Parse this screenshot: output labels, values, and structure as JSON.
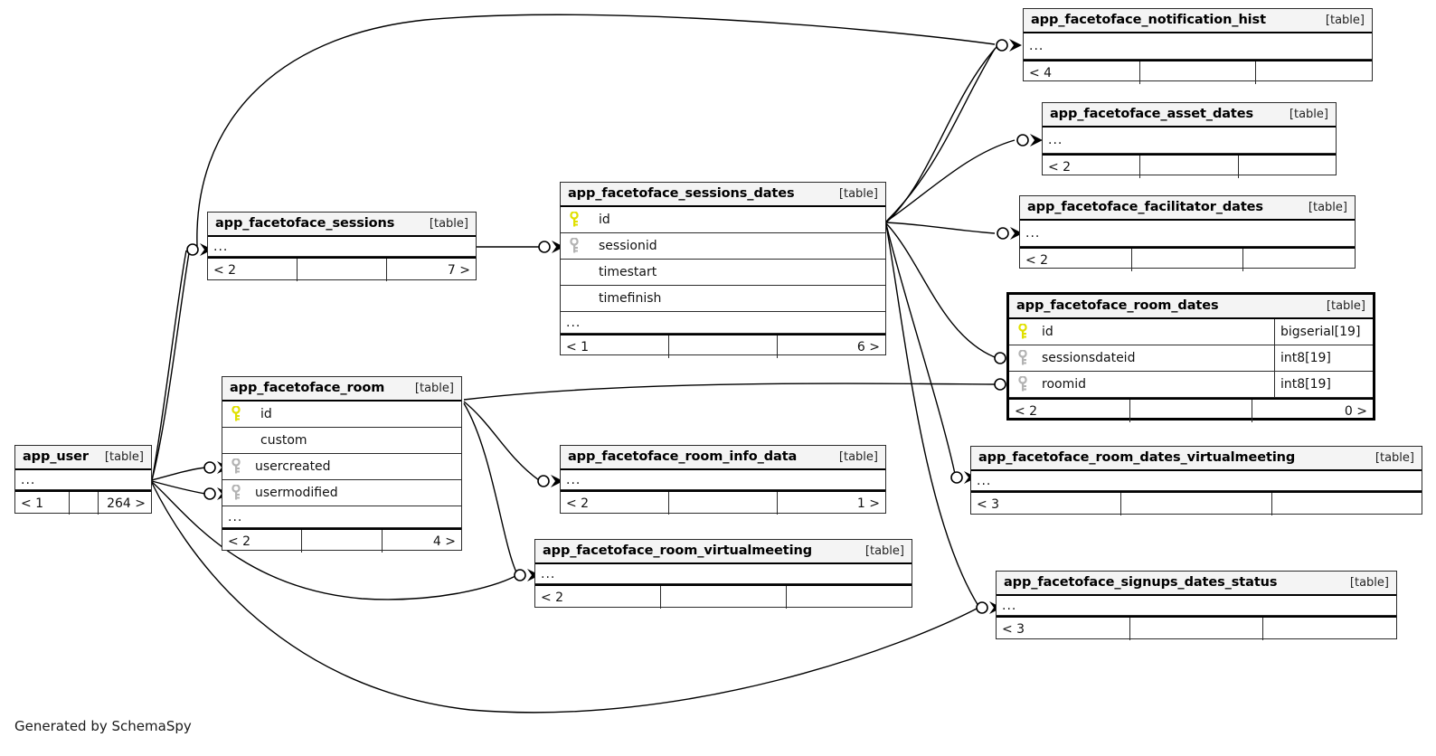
{
  "diagram": {
    "title": "SchemaSpy relationships diagram",
    "credit": "Generated by SchemaSpy",
    "type_tag": "[table]",
    "ellipsis": "...",
    "key_icons": {
      "primary": "primary-key-icon",
      "foreign": "foreign-key-icon"
    },
    "colors": {
      "primary_key": "#e8e800",
      "foreign_key": "#b3b3b3",
      "header_bg": "#f4f4f4",
      "border": "#2b2b2b",
      "text": "#111111"
    }
  },
  "tables": [
    {
      "id": "app_facetoface_notification_hist",
      "name": "app_facetoface_notification_hist",
      "tag": "[table]",
      "emphasis": false,
      "columns": [],
      "has_ellipsis_row": true,
      "footer": [
        "< 4",
        "",
        ""
      ]
    },
    {
      "id": "app_facetoface_asset_dates",
      "name": "app_facetoface_asset_dates",
      "tag": "[table]",
      "emphasis": false,
      "columns": [],
      "has_ellipsis_row": true,
      "footer": [
        "< 2",
        "",
        ""
      ]
    },
    {
      "id": "app_facetoface_facilitator_dates",
      "name": "app_facetoface_facilitator_dates",
      "tag": "[table]",
      "emphasis": false,
      "columns": [],
      "has_ellipsis_row": true,
      "footer": [
        "< 2",
        "",
        ""
      ]
    },
    {
      "id": "app_facetoface_room_dates",
      "name": "app_facetoface_room_dates",
      "tag": "[table]",
      "emphasis": true,
      "columns": [
        {
          "key": "primary",
          "name": "id",
          "type": "bigserial[19]"
        },
        {
          "key": "foreign",
          "name": "sessionsdateid",
          "type": "int8[19]"
        },
        {
          "key": "foreign",
          "name": "roomid",
          "type": "int8[19]"
        }
      ],
      "has_ellipsis_row": false,
      "footer": [
        "< 2",
        "",
        "0 >"
      ]
    },
    {
      "id": "app_facetoface_sessions_dates",
      "name": "app_facetoface_sessions_dates",
      "tag": "[table]",
      "emphasis": false,
      "columns": [
        {
          "key": "primary",
          "name": "id",
          "type": ""
        },
        {
          "key": "foreign",
          "name": "sessionid",
          "type": ""
        },
        {
          "key": "none",
          "name": "timestart",
          "type": ""
        },
        {
          "key": "none",
          "name": "timefinish",
          "type": ""
        }
      ],
      "has_ellipsis_row": true,
      "footer": [
        "< 1",
        "",
        "6 >"
      ]
    },
    {
      "id": "app_facetoface_sessions",
      "name": "app_facetoface_sessions",
      "tag": "[table]",
      "emphasis": false,
      "columns": [],
      "has_ellipsis_row": true,
      "footer": [
        "< 2",
        "",
        "7 >"
      ]
    },
    {
      "id": "app_facetoface_room",
      "name": "app_facetoface_room",
      "tag": "[table]",
      "emphasis": false,
      "columns": [
        {
          "key": "primary",
          "name": "id",
          "type": ""
        },
        {
          "key": "none",
          "name": "custom",
          "type": ""
        },
        {
          "key": "foreign",
          "name": "usercreated",
          "type": ""
        },
        {
          "key": "foreign",
          "name": "usermodified",
          "type": ""
        }
      ],
      "has_ellipsis_row": true,
      "footer": [
        "< 2",
        "",
        "4 >"
      ]
    },
    {
      "id": "app_user",
      "name": "app_user",
      "tag": "[table]",
      "emphasis": false,
      "columns": [],
      "has_ellipsis_row": true,
      "footer": [
        "< 1",
        "",
        "264 >"
      ]
    },
    {
      "id": "app_facetoface_room_info_data",
      "name": "app_facetoface_room_info_data",
      "tag": "[table]",
      "emphasis": false,
      "columns": [],
      "has_ellipsis_row": true,
      "footer": [
        "< 2",
        "",
        "1 >"
      ]
    },
    {
      "id": "app_facetoface_room_virtualmeeting",
      "name": "app_facetoface_room_virtualmeeting",
      "tag": "[table]",
      "emphasis": false,
      "columns": [],
      "has_ellipsis_row": true,
      "footer": [
        "< 2",
        "",
        ""
      ]
    },
    {
      "id": "app_facetoface_room_dates_virtualmeeting",
      "name": "app_facetoface_room_dates_virtualmeeting",
      "tag": "[table]",
      "emphasis": false,
      "columns": [],
      "has_ellipsis_row": true,
      "footer": [
        "< 3",
        "",
        ""
      ]
    },
    {
      "id": "app_facetoface_signups_dates_status",
      "name": "app_facetoface_signups_dates_status",
      "tag": "[table]",
      "emphasis": false,
      "columns": [],
      "has_ellipsis_row": true,
      "footer": [
        "< 3",
        "",
        ""
      ]
    }
  ],
  "relationships": [
    {
      "from": "app_facetoface_sessions_dates",
      "to": "app_facetoface_notification_hist"
    },
    {
      "from": "app_facetoface_sessions",
      "to": "app_facetoface_notification_hist"
    },
    {
      "from": "app_facetoface_sessions_dates",
      "to": "app_facetoface_asset_dates"
    },
    {
      "from": "app_facetoface_sessions_dates",
      "to": "app_facetoface_facilitator_dates"
    },
    {
      "from": "app_facetoface_sessions_dates",
      "to": "app_facetoface_room_dates"
    },
    {
      "from": "app_facetoface_room",
      "to": "app_facetoface_room_dates"
    },
    {
      "from": "app_facetoface_sessions_dates",
      "to": "app_facetoface_room_dates_virtualmeeting"
    },
    {
      "from": "app_facetoface_sessions_dates",
      "to": "app_facetoface_signups_dates_status"
    },
    {
      "from": "app_facetoface_sessions",
      "to": "app_facetoface_sessions_dates"
    },
    {
      "from": "app_user",
      "to": "app_facetoface_sessions"
    },
    {
      "from": "app_user",
      "to": "app_facetoface_room"
    },
    {
      "from": "app_user",
      "to": "app_facetoface_room_virtualmeeting"
    },
    {
      "from": "app_user",
      "to": "app_facetoface_signups_dates_status"
    },
    {
      "from": "app_facetoface_room",
      "to": "app_facetoface_room_info_data"
    },
    {
      "from": "app_facetoface_room",
      "to": "app_facetoface_room_virtualmeeting"
    }
  ]
}
